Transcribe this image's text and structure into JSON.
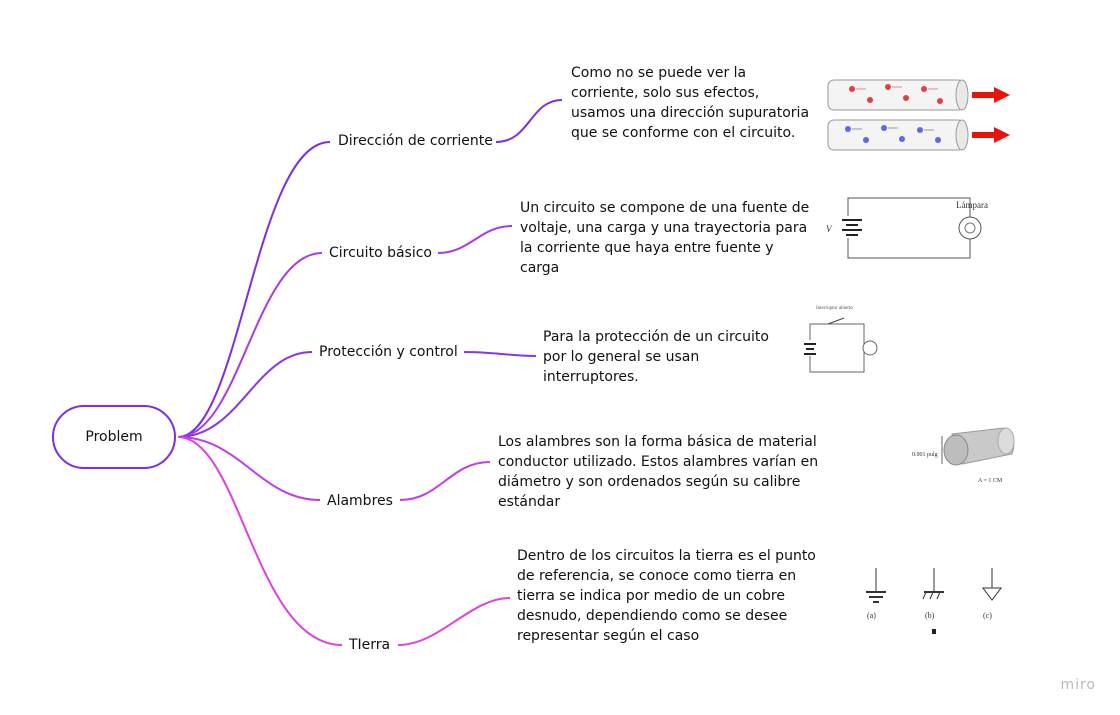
{
  "root": {
    "label": "Problem"
  },
  "branches": [
    {
      "label": "Dirección de corriente",
      "note": "Como no se puede ver la corriente, solo sus efectos, usamos una dirección supuratoria que se conforme con el circuito.",
      "color": "#7a2ee8",
      "image": "current-flow-tubes"
    },
    {
      "label": "Circuito básico",
      "note": "Un circuito se compone de una fuente de voltaje, una carga y una trayectoria para la corriente que haya entre fuente y carga",
      "color": "#a93ae8",
      "image": "basic-circuit",
      "image_labels": {
        "source": "V",
        "load": "Lámpara"
      }
    },
    {
      "label": "Protección y control",
      "note": "Para la protección de un circuito por lo general se usan interruptores.",
      "color": "#8a34e8",
      "image": "switch-circuit",
      "image_labels": {
        "switch": "Interruptor abierto"
      }
    },
    {
      "label": "Alambres",
      "note": "Los alambres son la forma básica de material conductor utilizado. Estos alambres varían en diámetro y son ordenados según su calibre estándar",
      "color": "#c03ee6",
      "image": "wire-cross-section",
      "image_labels": {
        "diameter": "0.001 pulg",
        "area": "A = 1 CM"
      }
    },
    {
      "label": "TIerra",
      "note": "Dentro de los circuitos la tierra es el punto de referencia, se conoce como tierra en tierra se indica por medio de un cobre desnudo, dependiendo como se desee representar según el caso",
      "color": "#e040e0",
      "image": "ground-symbols",
      "image_labels": {
        "a": "(a)",
        "b": "(b)",
        "c": "(c)"
      }
    }
  ],
  "watermark": "miro"
}
